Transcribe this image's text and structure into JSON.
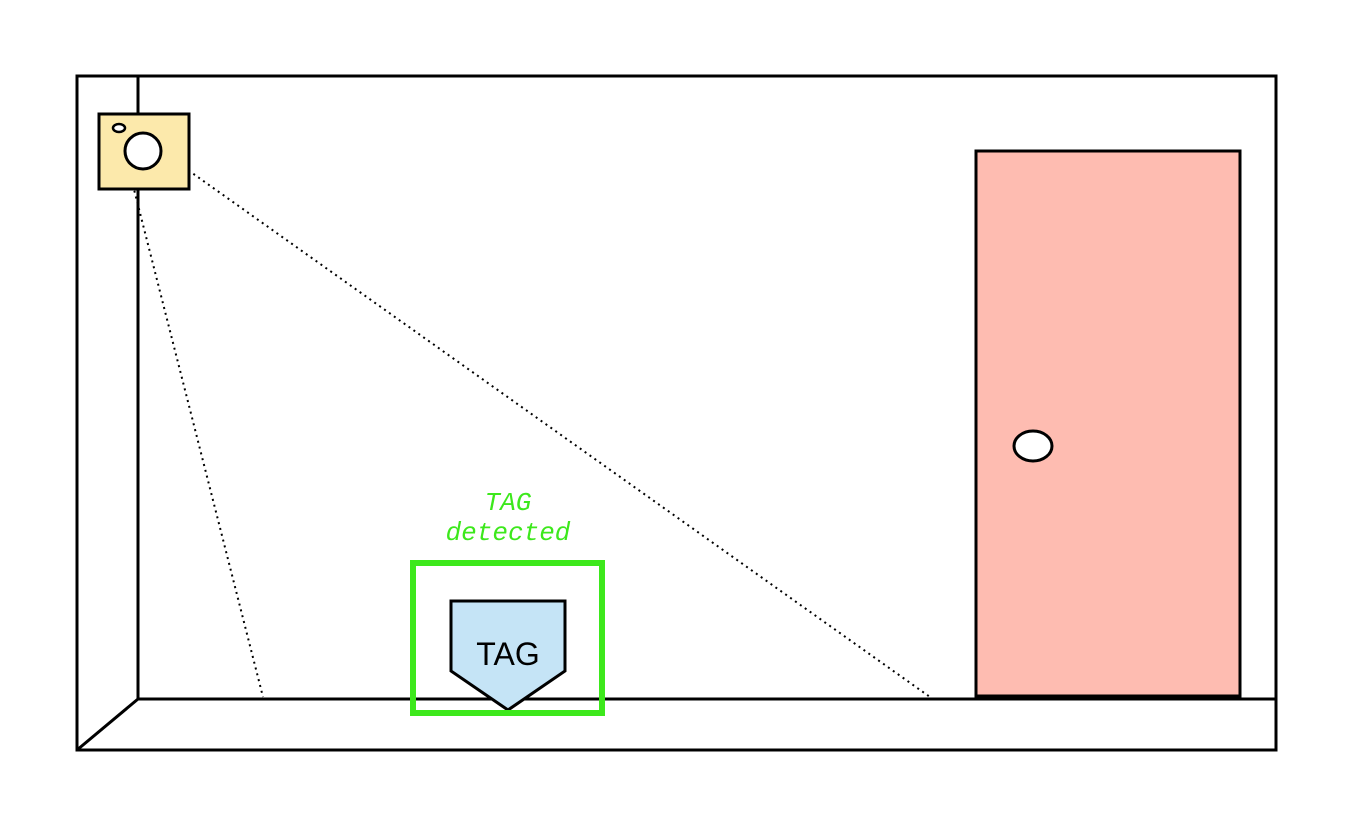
{
  "colors": {
    "detection": "#3de81c",
    "tag_fill": "#c5e4f6",
    "door_fill": "#febcb1",
    "camera_fill": "#fce9ab",
    "outline": "#000000"
  },
  "tag": {
    "label": "TAG"
  },
  "detection": {
    "line1": "TAG",
    "line2": "detected"
  },
  "icons": {
    "camera": "camera-icon",
    "door": "door-icon",
    "tag": "tag-icon"
  }
}
